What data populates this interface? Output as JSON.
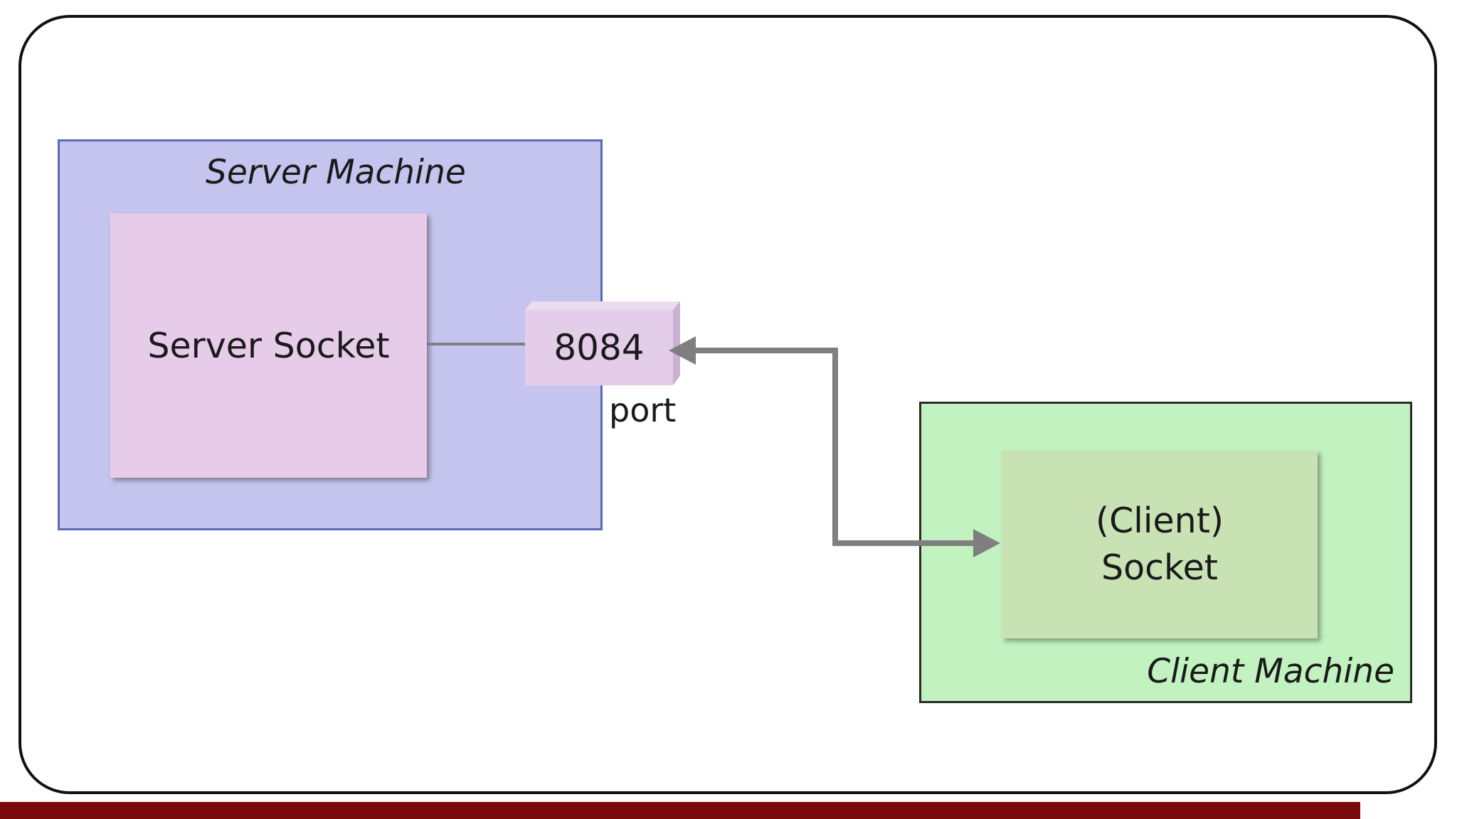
{
  "diagram": {
    "server_machine": {
      "title": "Server Machine",
      "socket_label": "Server Socket"
    },
    "port": {
      "number": "8084",
      "label": "port"
    },
    "client_machine": {
      "title": "Client Machine",
      "socket_line1": "(Client)",
      "socket_line2": "Socket"
    },
    "colors": {
      "server_machine_fill": "#c5c4ee",
      "server_socket_fill": "#e6cce9",
      "client_machine_fill": "#c2f2c0",
      "client_socket_fill": "#c8e2b4",
      "connector": "#7f7f7f",
      "bottom_bar": "#7a0a0a"
    }
  }
}
